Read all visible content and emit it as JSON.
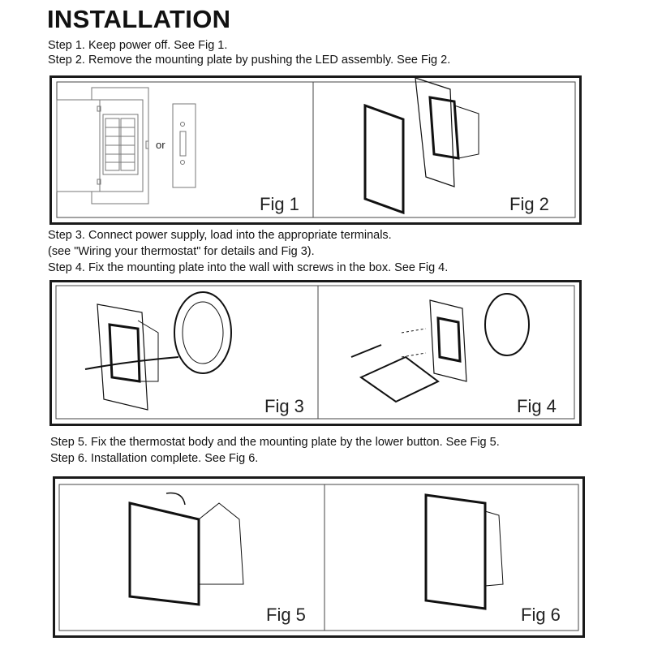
{
  "title": "INSTALLATION",
  "steps": [
    "Step 1. Keep power off. See Fig 1.",
    "Step 2. Remove the mounting plate by pushing the LED assembly. See Fig 2.",
    "Step 3. Connect power supply, load into the appropriate terminals.",
    "(see \"Wiring your thermostat\" for details and Fig 3).",
    "Step 4. Fix the mounting plate into the wall with screws in the box. See Fig 4.",
    "Step 5. Fix the thermostat body and the mounting plate by the lower button. See Fig 5.",
    "Step 6. Installation complete. See Fig 6."
  ],
  "figures": {
    "fig1": "Fig 1",
    "fig1_or": "or",
    "fig2": "Fig 2",
    "fig3": "Fig 3",
    "fig4": "Fig 4",
    "fig5": "Fig 5",
    "fig6": "Fig 6"
  }
}
